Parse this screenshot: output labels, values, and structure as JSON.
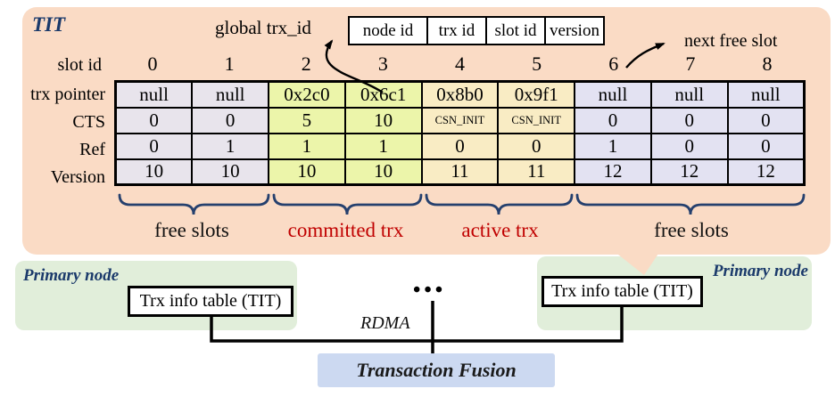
{
  "colors": {
    "panel_bg": "#fadbc5",
    "free_slots_left_bg": "#e8e4ec",
    "committed_bg": "#ecf5aa",
    "active_bg": "#f9ecc4",
    "free_slots_right_bg": "#e3e2f2",
    "primary_node_bg": "#e1eeda",
    "fusion_bg": "#ccd9f1",
    "navy_accent": "#1b3a6b",
    "red_accent": "#c00000"
  },
  "tit": {
    "title": "TIT",
    "global_trx_label": "global trx_id",
    "format_fields": [
      "node id",
      "trx id",
      "slot id",
      "version"
    ],
    "next_free_slot_label": "next free slot",
    "slot_id_label": "slot id",
    "slot_ids": [
      "0",
      "1",
      "2",
      "3",
      "4",
      "5",
      "6",
      "7",
      "8"
    ],
    "row_labels": [
      "trx pointer",
      "CTS",
      "Ref",
      "Version"
    ],
    "rows": {
      "trx_pointer": [
        "null",
        "null",
        "0x2c0",
        "0x6c1",
        "0x8b0",
        "0x9f1",
        "null",
        "null",
        "null"
      ],
      "cts": [
        "0",
        "0",
        "5",
        "10",
        "CSN_INIT",
        "CSN_INIT",
        "0",
        "0",
        "0"
      ],
      "ref": [
        "0",
        "1",
        "1",
        "1",
        "0",
        "0",
        "1",
        "0",
        "0"
      ],
      "version": [
        "10",
        "10",
        "10",
        "10",
        "11",
        "11",
        "12",
        "12",
        "12"
      ]
    },
    "groups": [
      "free slots",
      "committed trx",
      "active trx",
      "free slots"
    ]
  },
  "bottom": {
    "primary_left": "Primary node",
    "primary_right": "Primary node",
    "tit_left": "Trx info table (TIT)",
    "tit_right": "Trx info table (TIT)",
    "rdma": "RDMA",
    "fusion": "Transaction Fusion",
    "ellipsis": "•••"
  }
}
